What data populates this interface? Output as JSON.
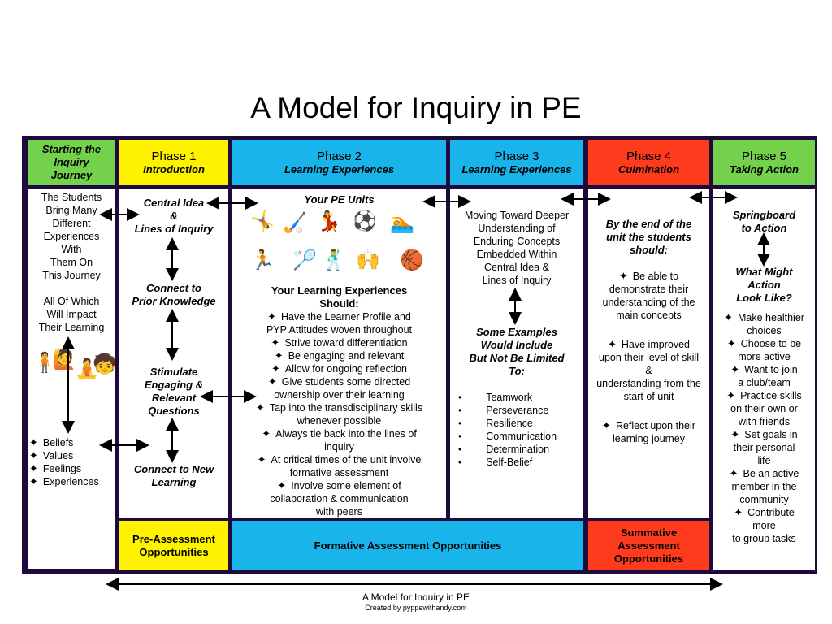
{
  "title": "A Model for Inquiry in PE",
  "colors": {
    "frame": "#1e0a3c",
    "green": "#74d14c",
    "yellow": "#fff200",
    "blue": "#19b4ea",
    "red": "#ff3b1e"
  },
  "columns": {
    "start": {
      "label": "Starting the Inquiry Journey",
      "text": [
        "The Students",
        "Bring Many",
        "Different",
        "Experiences",
        "With",
        "Them On",
        "This Journey",
        "",
        "All Of Which",
        "Will Impact",
        "Their Learning"
      ],
      "items": [
        "Beliefs",
        "Values",
        "Feelings",
        "Experiences"
      ]
    },
    "p1": {
      "name": "Phase 1",
      "sub": "Introduction",
      "steps": [
        "Central Idea",
        "&",
        "Lines of Inquiry",
        "Connect to",
        "Prior Knowledge",
        "Stimulate",
        "Engaging &",
        "Relevant",
        "Questions",
        "Connect to New",
        "Learning"
      ],
      "footer": [
        "Pre-Assessment",
        "Opportunities"
      ]
    },
    "p2": {
      "name": "Phase 2",
      "sub": "Learning Experiences",
      "units_title": "Your PE Units",
      "should": [
        "Your Learning Experiences",
        "Should:"
      ],
      "items": [
        "Have the Learner Profile and",
        "PYP Attitudes woven throughout",
        "Strive toward differentiation",
        "Be engaging and relevant",
        "Allow for ongoing reflection",
        "Give students some directed",
        "ownership over their learning",
        "Tap into the transdisciplinary skills",
        "whenever possible",
        "Always tie back into the lines of",
        "inquiry",
        "At critical times of the unit involve",
        "formative assessment",
        "Involve some element of",
        "collaboration & communication",
        "with peers"
      ]
    },
    "p3": {
      "name": "Phase 3",
      "sub": "Learning Experiences",
      "text": [
        "Moving Toward Deeper",
        "Understanding of",
        "Enduring Concepts",
        "Embedded Within",
        "Central Idea &",
        "Lines of Inquiry"
      ],
      "examples_title": [
        "Some Examples",
        "Would Include",
        "But Not Be Limited",
        "To:"
      ],
      "items": [
        "Teamwork",
        "Perseverance",
        "Resilience",
        "Communication",
        "Determination",
        "Self-Belief"
      ]
    },
    "p4": {
      "name": "Phase 4",
      "sub": "Culmination",
      "lead": [
        "By the end of the",
        "unit the students",
        "should:"
      ],
      "items": [
        [
          "Be able to",
          "demonstrate their",
          "understanding of the",
          "main concepts"
        ],
        [
          "Have improved",
          "upon their level of skill",
          "&",
          "understanding from the",
          "start of unit"
        ],
        [
          "Reflect upon their",
          "learning journey"
        ]
      ],
      "footer": [
        "Summative",
        "Assessment",
        "Opportunities"
      ]
    },
    "p5": {
      "name": "Phase 5",
      "sub": "Taking Action",
      "lead": [
        "Springboard",
        "to Action"
      ],
      "q": [
        "What Might",
        "Action",
        "Look Like?"
      ],
      "items": [
        [
          "Make healthier",
          "choices"
        ],
        [
          "Choose to be",
          "more active"
        ],
        [
          "Want to join",
          "a club/team"
        ],
        [
          "Practice skills",
          "on their own or",
          "with friends"
        ],
        [
          "Set goals in",
          "their personal",
          "life"
        ],
        [
          "Be an active",
          "member in the",
          "community"
        ],
        [
          "Contribute",
          "more",
          "to group tasks"
        ]
      ]
    }
  },
  "formative": "Formative Assessment Opportunities",
  "bottom": {
    "title": "A Model for Inquiry in PE",
    "credit": "Created by pyppewithandy.com"
  }
}
